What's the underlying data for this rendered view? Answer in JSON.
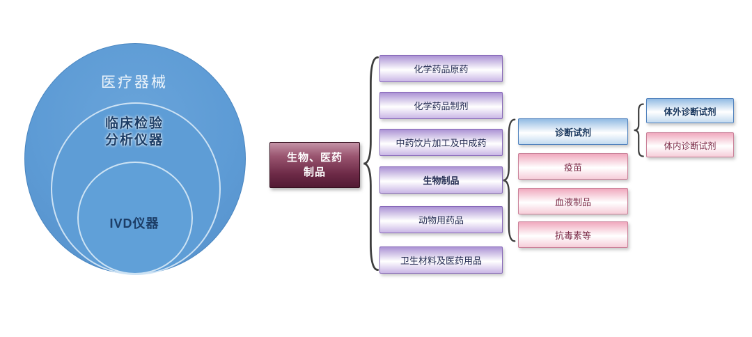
{
  "colors": {
    "circle_blue": "#5d9bd5",
    "purple_box_border": "#8667b8",
    "blue_box_border": "#4f81bd",
    "pink_box_border": "#c97f97",
    "root_box_dark": "#521a33",
    "brace": "#3d3d3d"
  },
  "venn": {
    "outer_label": "医疗器械",
    "middle_label_line1": "临床检验",
    "middle_label_line2": "分析仪器",
    "inner_label": "IVD仪器"
  },
  "root_box": {
    "line1": "生物、医药",
    "line2": "制品"
  },
  "level1": [
    "化学药品原药",
    "化学药品制剂",
    "中药饮片加工及中成药",
    "生物制品",
    "动物用药品",
    "卫生材料及医药用品"
  ],
  "level2": [
    "诊断试剂",
    "疫苗",
    "血液制品",
    "抗毒素等"
  ],
  "level3": [
    "体外诊断试剂",
    "体内诊断试剂"
  ]
}
